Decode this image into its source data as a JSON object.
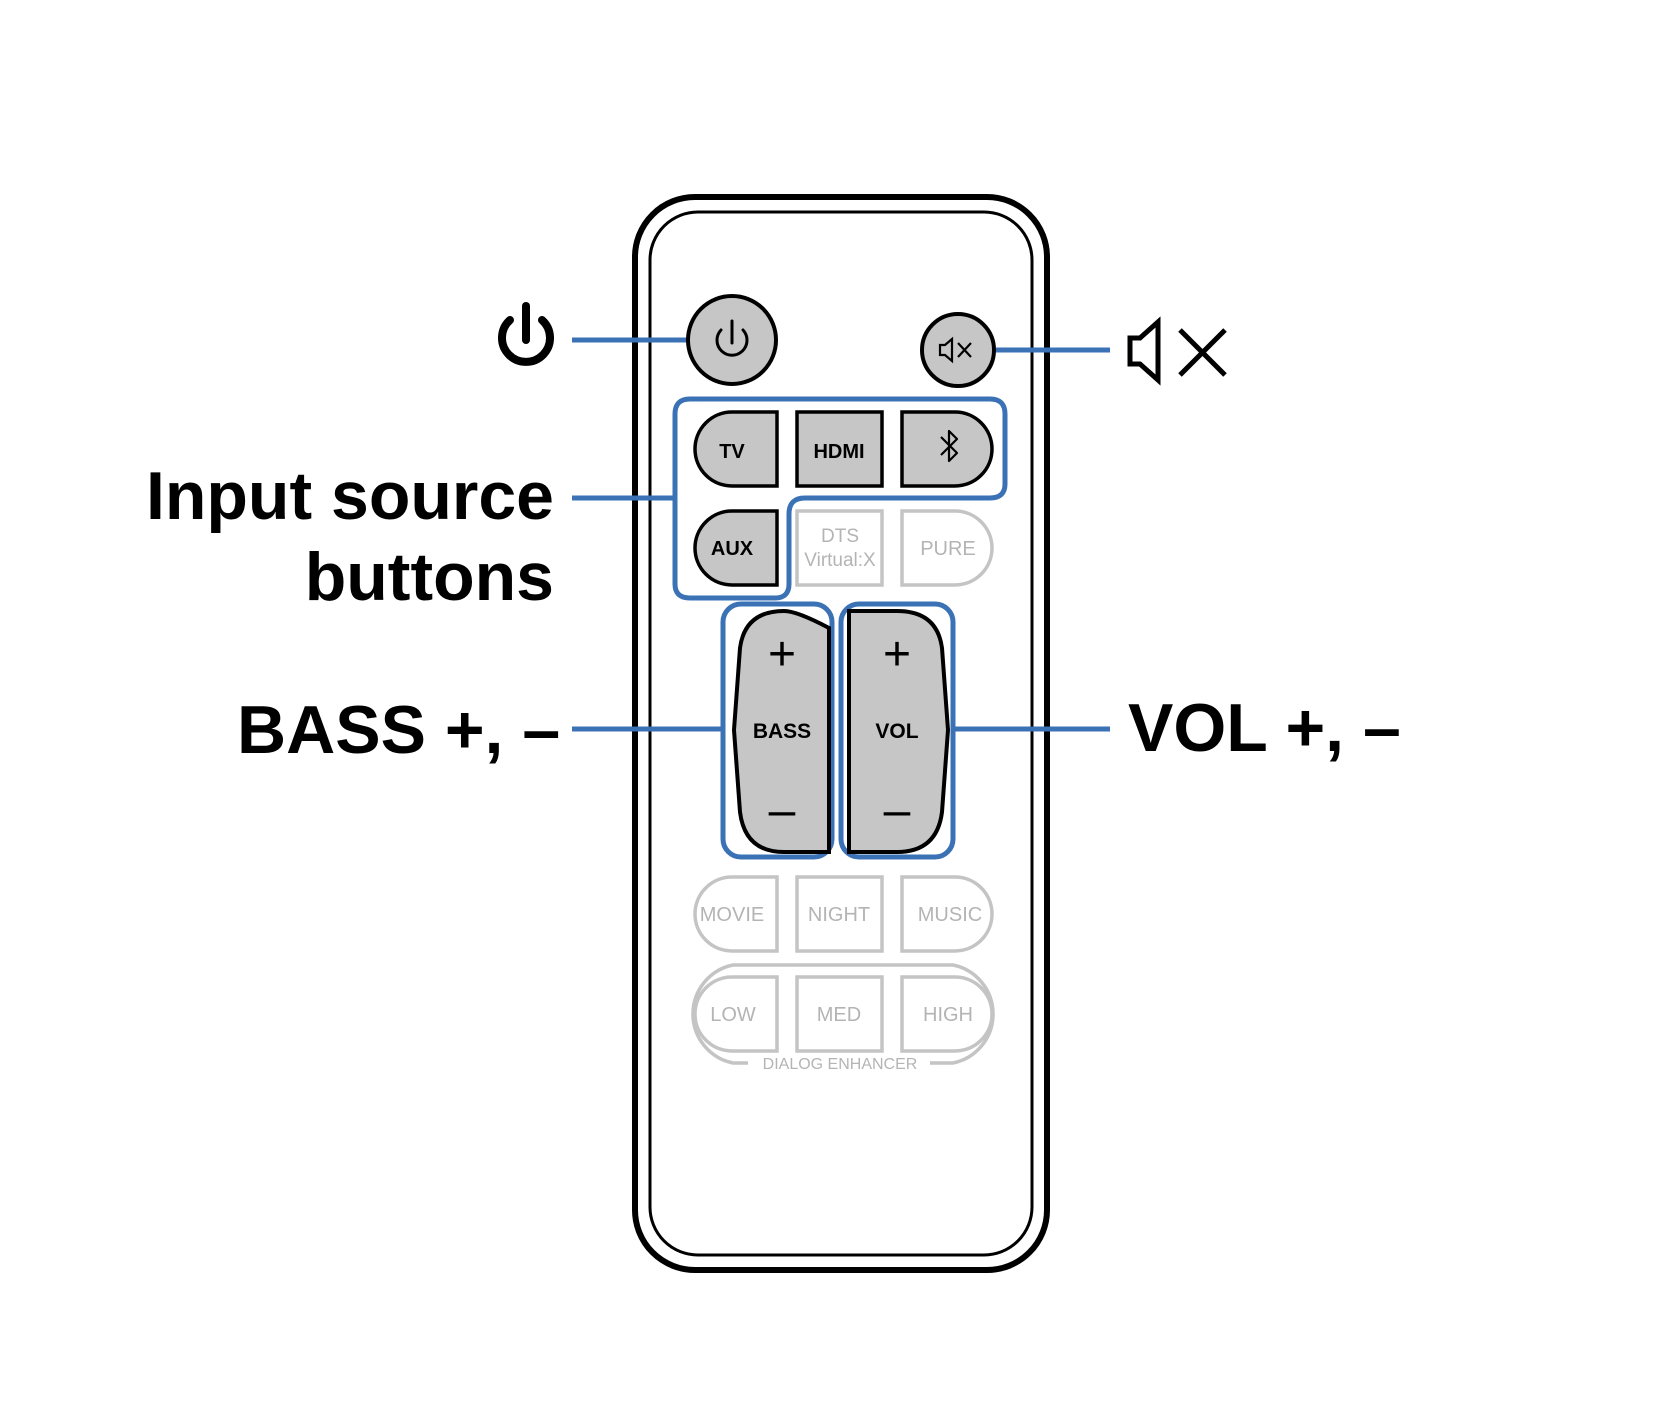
{
  "labels": {
    "input_source_line1": "Input source",
    "input_source_line2": "buttons",
    "bass": "BASS +, –",
    "vol": "VOL +, –"
  },
  "buttons": {
    "tv": "TV",
    "hdmi": "HDMI",
    "aux": "AUX",
    "dts_line1": "DTS",
    "dts_line2": "Virtual:X",
    "pure": "PURE",
    "bass": "BASS",
    "vol": "VOL",
    "plus": "+",
    "minus": "–",
    "movie": "MOVIE",
    "night": "NIGHT",
    "music": "MUSIC",
    "low": "LOW",
    "med": "MED",
    "high": "HIGH",
    "dialog_enhancer": "DIALOG ENHANCER"
  },
  "icons": {
    "power": "power-icon",
    "mute": "mute-icon",
    "bluetooth": "bluetooth-icon"
  },
  "colors": {
    "highlight": "#3a72b5",
    "active_button": "#c6c6c6",
    "inactive": "#c4c4c4",
    "outline": "#000000"
  }
}
